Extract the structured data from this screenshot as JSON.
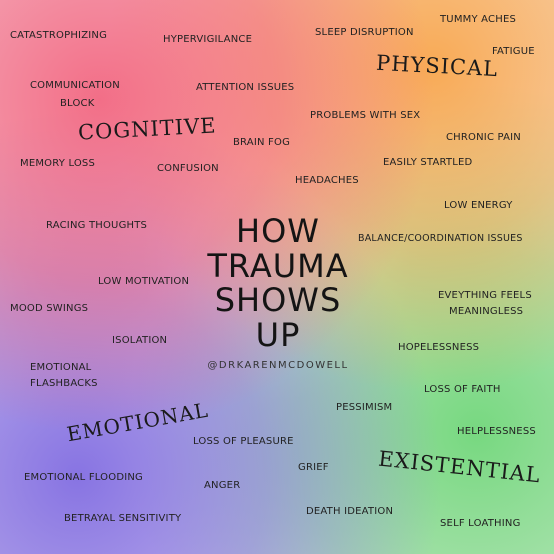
{
  "title": {
    "line1": "HOW",
    "line2": "TRAUMA",
    "line3": "SHOWS UP"
  },
  "handle": "@DRKARENMCDOWELL",
  "categories": {
    "cognitive": "COGNITIVE",
    "physical": "PHYSICAL",
    "emotional": "EMOTIONAL",
    "existential": "EXISTENTIAL"
  },
  "colors": {
    "cognitive": "#f25c78",
    "physical": "#f8a448",
    "emotional": "#7e69e1",
    "existential": "#6cd676"
  },
  "cognitive": {
    "catastrophizing": "CATASTROPHIZING",
    "hypervigilance": "HYPERVIGILANCE",
    "communication": "COMMUNICATION",
    "block": "BLOCK",
    "attention_issues": "ATTENTION ISSUES",
    "brain_fog": "BRAIN FOG",
    "memory_loss": "MEMORY LOSS",
    "confusion": "CONFUSION",
    "racing_thoughts": "RACING THOUGHTS"
  },
  "physical": {
    "sleep_disruption": "SLEEP DISRUPTION",
    "tummy_aches": "TUMMY ACHES",
    "fatigue": "FATIGUE",
    "problems_with_sex": "PROBLEMS WITH SEX",
    "chronic_pain": "CHRONIC PAIN",
    "easily_startled": "EASILY STARTLED",
    "headaches": "HEADACHES",
    "low_energy": "LOW ENERGY",
    "balance": "BALANCE/COORDINATION ISSUES"
  },
  "emotional": {
    "low_motivation": "LOW MOTIVATION",
    "mood_swings": "MOOD SWINGS",
    "isolation": "ISOLATION",
    "emotional_flashbacks_1": "EMOTIONAL",
    "emotional_flashbacks_2": "FLASHBACKS",
    "loss_of_pleasure": "LOSS OF PLEASURE",
    "emotional_flooding": "EMOTIONAL FLOODING",
    "anger": "ANGER",
    "betrayal_sensitivity": "BETRAYAL SENSITIVITY"
  },
  "existential": {
    "everything_feels_1": "EVEYTHING FEELS",
    "everything_feels_2": "MEANINGLESS",
    "hopelessness": "HOPELESSNESS",
    "loss_of_faith": "LOSS OF FAITH",
    "pessimism": "PESSIMISM",
    "helplessness": "HELPLESSNESS",
    "grief": "GRIEF",
    "death_ideation": "DEATH IDEATION",
    "self_loathing": "SELF LOATHING"
  }
}
